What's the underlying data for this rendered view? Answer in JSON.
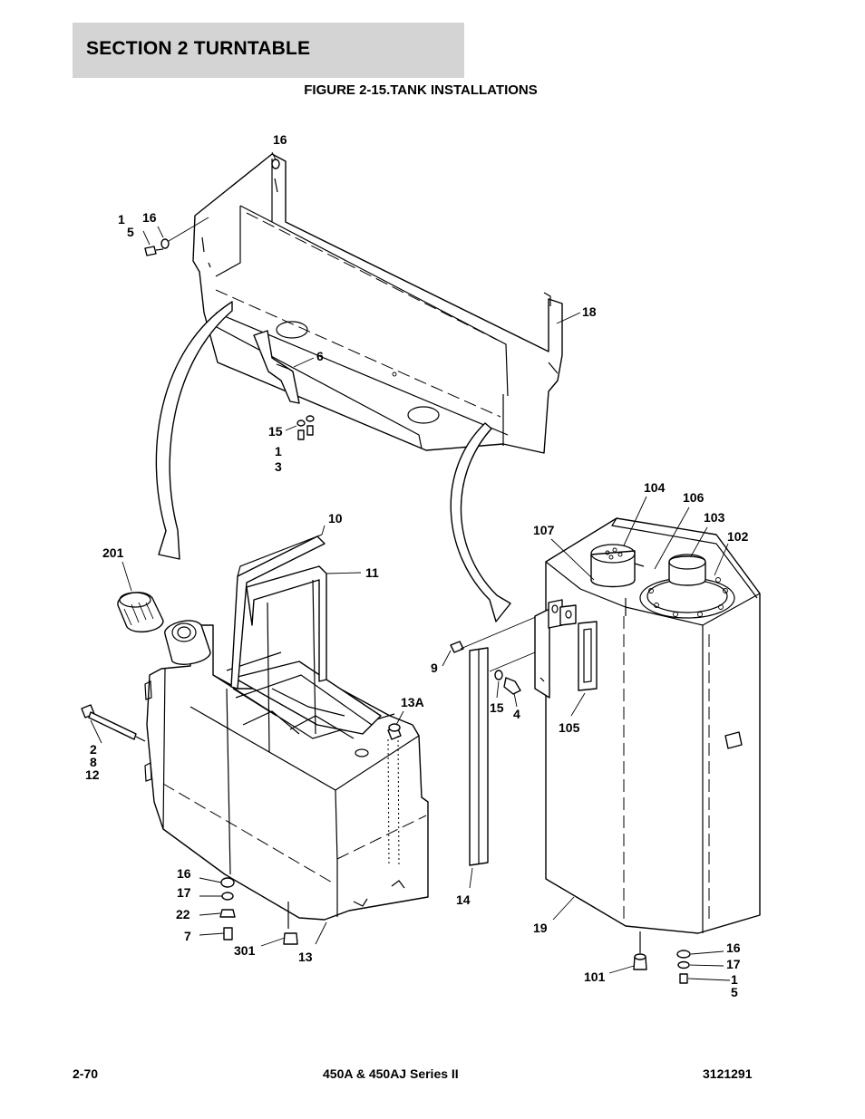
{
  "header": {
    "title": "SECTION 2   TURNTABLE"
  },
  "figure": {
    "title": "FIGURE 2-15.TANK INSTALLATIONS"
  },
  "callouts": {
    "c16a": "16",
    "c1a": "1",
    "c5a": "5",
    "c16b": "16",
    "c18": "18",
    "c6": "6",
    "c15a": "15",
    "c1b": "1",
    "c3": "3",
    "c10": "10",
    "c11": "11",
    "c201": "201",
    "c2": "2",
    "c8": "8",
    "c12": "12",
    "c13A": "13A",
    "c9": "9",
    "c15b": "15",
    "c4": "4",
    "c105": "105",
    "c107": "107",
    "c104": "104",
    "c106": "106",
    "c103": "103",
    "c102": "102",
    "c14": "14",
    "c16c": "16",
    "c17a": "17",
    "c22": "22",
    "c7": "7",
    "c301": "301",
    "c13": "13",
    "c19": "19",
    "c101": "101",
    "c16d": "16",
    "c17b": "17",
    "c1c": "1",
    "c5b": "5"
  },
  "footer": {
    "page": "2-70",
    "model": "450A & 450AJ Series II",
    "doc_number": "3121291"
  }
}
